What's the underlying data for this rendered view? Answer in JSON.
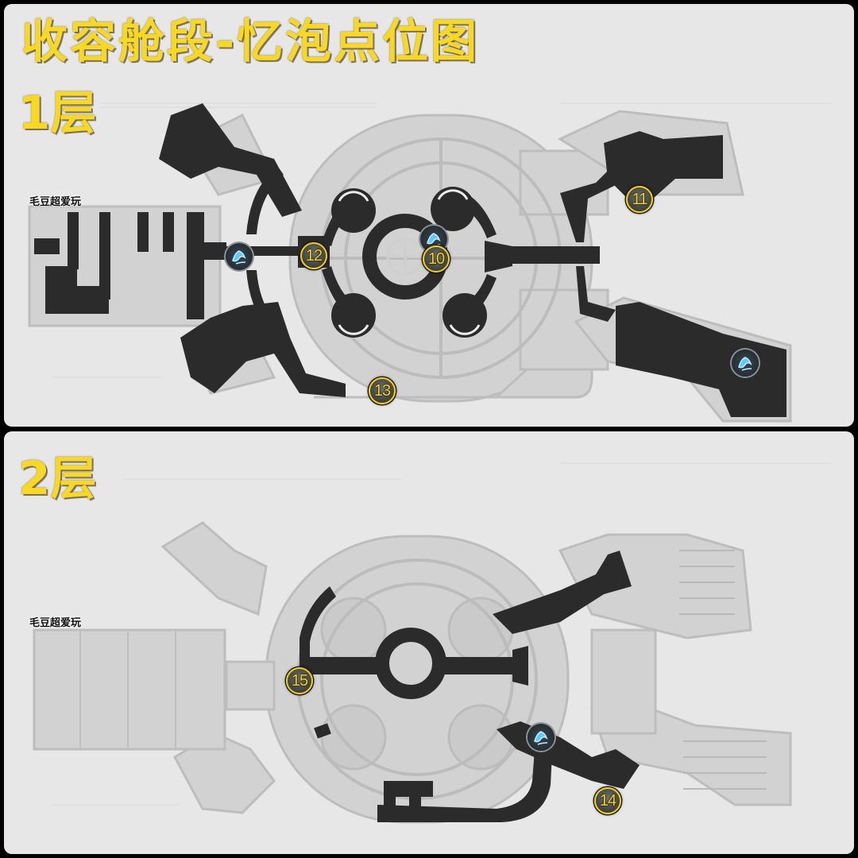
{
  "title": "收容舱段-忆泡点位图",
  "watermark": "毛豆超爱玩",
  "floors": [
    {
      "label": "1层",
      "markers": [
        "10",
        "11",
        "12",
        "13"
      ],
      "memory_bubble_count": 3
    },
    {
      "label": "2层",
      "markers": [
        "14",
        "15"
      ],
      "memory_bubble_count": 1
    }
  ],
  "colors": {
    "title": "#f8d820",
    "marker_ring": "#f4cc10",
    "accessible_area": "#2b2b2b",
    "map_base": "#d4d4d4",
    "background": "#e6e6e6",
    "bubble_glow": "#5ec8ff"
  },
  "icons": [
    "memory-bubble-icon",
    "numbered-marker-icon"
  ]
}
